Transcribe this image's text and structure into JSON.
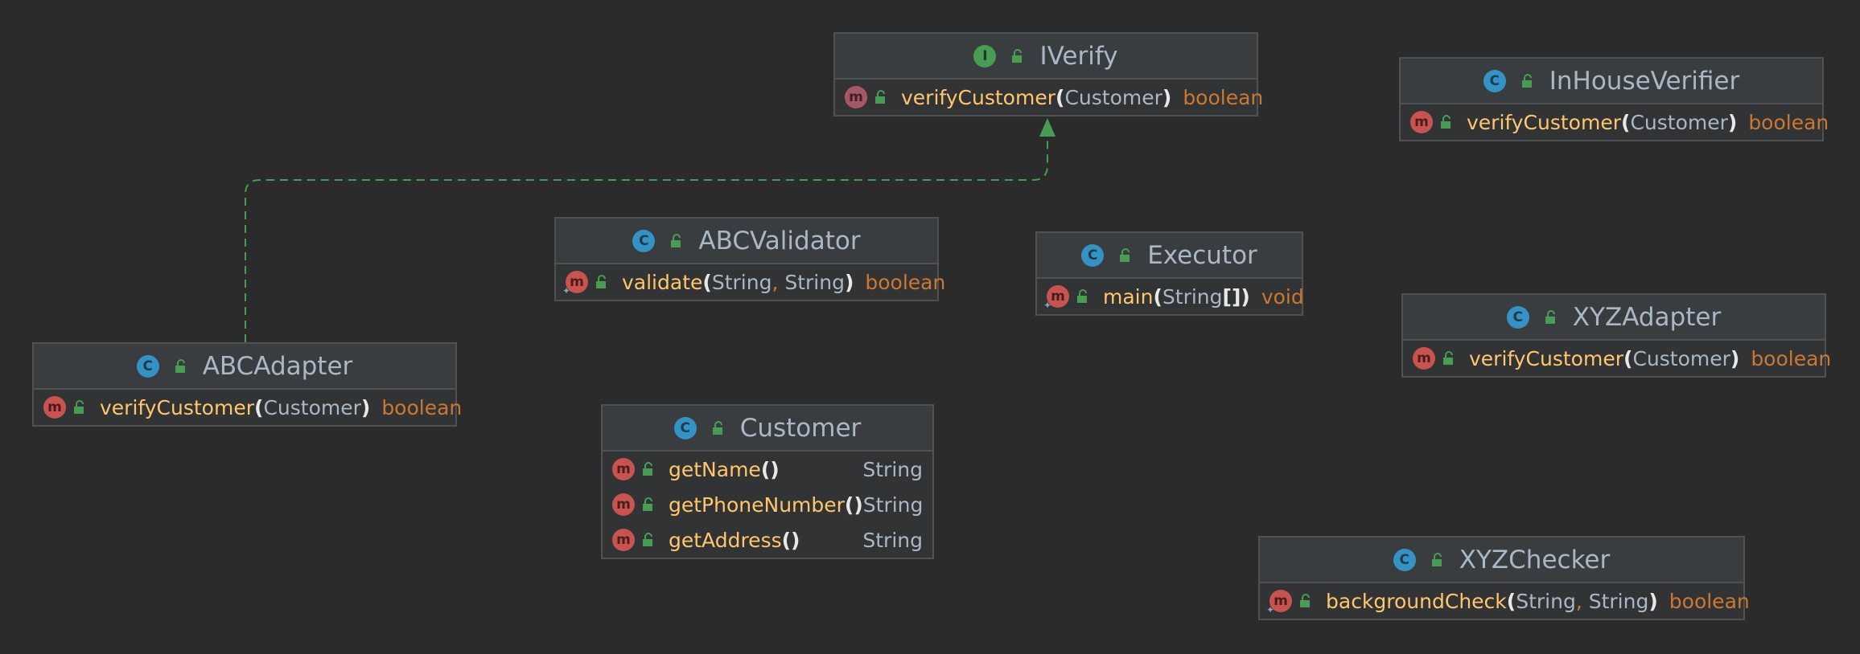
{
  "colors": {
    "background": "#2b2b2b",
    "box": "#313335",
    "border": "#4e5254",
    "method_name": "#ffc66d",
    "return_type": "#cc7832",
    "type_text": "#a9b7c6",
    "arrow": "#499c54"
  },
  "classes": {
    "iverify": {
      "badge": "I",
      "name": "IVerify",
      "method": {
        "name": "verifyCustomer",
        "param": "Customer",
        "returns": "boolean"
      }
    },
    "inhouse": {
      "badge": "C",
      "name": "InHouseVerifier",
      "method": {
        "name": "verifyCustomer",
        "param": "Customer",
        "returns": "boolean"
      }
    },
    "abcvalidator": {
      "badge": "C",
      "name": "ABCValidator",
      "method": {
        "name": "validate",
        "param1": "String",
        "param2": "String",
        "returns": "boolean"
      }
    },
    "executor": {
      "badge": "C",
      "name": "Executor",
      "method": {
        "name": "main",
        "param": "String",
        "brackets": "[]",
        "returns": "void"
      }
    },
    "xyzadapter": {
      "badge": "C",
      "name": "XYZAdapter",
      "method": {
        "name": "verifyCustomer",
        "param": "Customer",
        "returns": "boolean"
      }
    },
    "abcadapter": {
      "badge": "C",
      "name": "ABCAdapter",
      "method": {
        "name": "verifyCustomer",
        "param": "Customer",
        "returns": "boolean"
      }
    },
    "customer": {
      "badge": "C",
      "name": "Customer",
      "methods": [
        {
          "name": "getName",
          "returns": "String"
        },
        {
          "name": "getPhoneNumber",
          "returns": "String"
        },
        {
          "name": "getAddress",
          "returns": "String"
        }
      ]
    },
    "xyzchecker": {
      "badge": "C",
      "name": "XYZChecker",
      "method": {
        "name": "backgroundCheck",
        "param1": "String",
        "param2": "String",
        "returns": "boolean"
      }
    }
  },
  "method_badge": "m",
  "punct": {
    "open": "(",
    "close": ")",
    "empty": "()",
    "comma": ","
  },
  "icons": {
    "class": "class-badge-icon",
    "interface": "interface-badge-icon",
    "method": "method-badge-icon",
    "public": "public-lock-icon"
  },
  "relations": [
    {
      "from": "ABCAdapter",
      "to": "IVerify",
      "type": "implements"
    }
  ]
}
